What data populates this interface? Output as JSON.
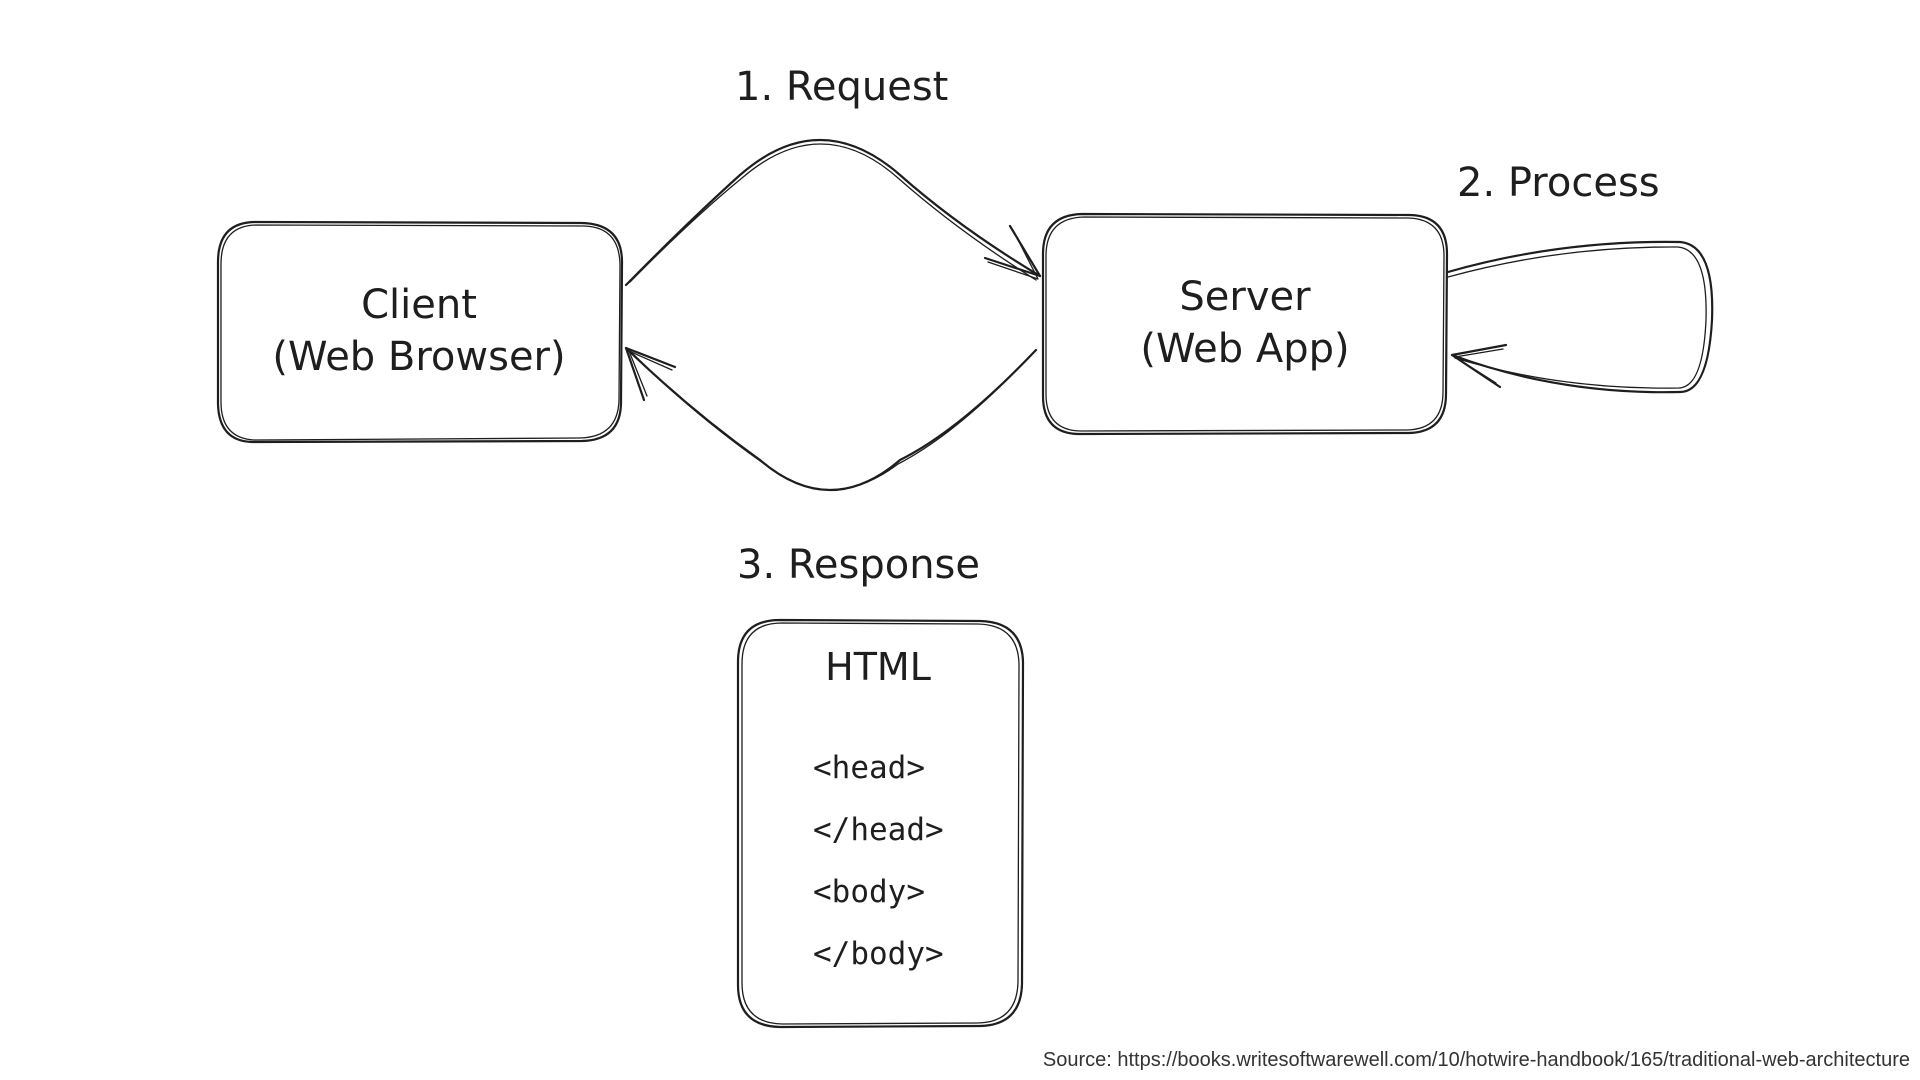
{
  "labels": {
    "request": "1. Request",
    "process": "2. Process",
    "response": "3. Response"
  },
  "client": {
    "line1": "Client",
    "line2": "(Web Browser)"
  },
  "server": {
    "line1": "Server",
    "line2": "(Web App)"
  },
  "html_doc": {
    "title": "HTML",
    "tags": [
      "<head>",
      "</head>",
      "<body>",
      "</body>"
    ]
  },
  "source": "Source: https://books.writesoftwarewell.com/10/hotwire-handbook/165/traditional-web-architecture"
}
